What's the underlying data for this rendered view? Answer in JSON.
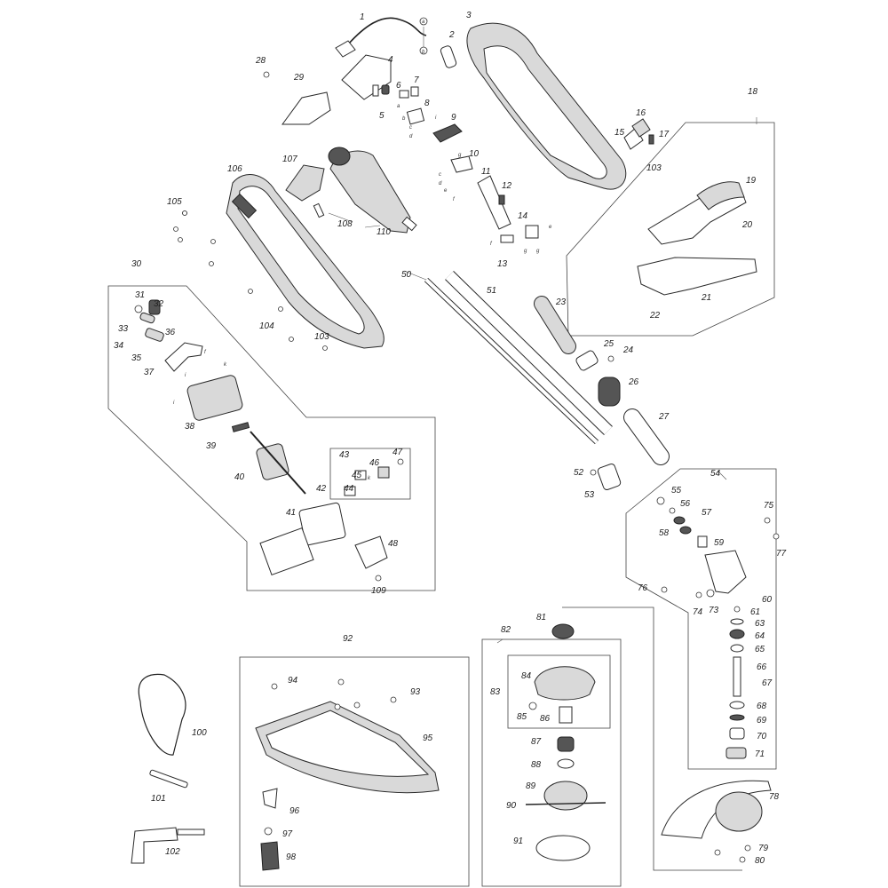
{
  "labels": [
    {
      "id": "p1",
      "text": "1"
    },
    {
      "id": "p2",
      "text": "2"
    },
    {
      "id": "p3",
      "text": "3"
    },
    {
      "id": "p4",
      "text": "4"
    },
    {
      "id": "p5",
      "text": "5"
    },
    {
      "id": "p6",
      "text": "6"
    },
    {
      "id": "p7",
      "text": "7"
    },
    {
      "id": "p8",
      "text": "8"
    },
    {
      "id": "p9",
      "text": "9"
    },
    {
      "id": "p10",
      "text": "10"
    },
    {
      "id": "p11",
      "text": "11"
    },
    {
      "id": "p12",
      "text": "12"
    },
    {
      "id": "p13",
      "text": "13"
    },
    {
      "id": "p14",
      "text": "14"
    },
    {
      "id": "p15",
      "text": "15"
    },
    {
      "id": "p16",
      "text": "16"
    },
    {
      "id": "p17",
      "text": "17"
    },
    {
      "id": "p18",
      "text": "18"
    },
    {
      "id": "p19",
      "text": "19"
    },
    {
      "id": "p20",
      "text": "20"
    },
    {
      "id": "p21",
      "text": "21"
    },
    {
      "id": "p22",
      "text": "22"
    },
    {
      "id": "p23",
      "text": "23"
    },
    {
      "id": "p24",
      "text": "24"
    },
    {
      "id": "p25",
      "text": "25"
    },
    {
      "id": "p26",
      "text": "26"
    },
    {
      "id": "p27",
      "text": "27"
    },
    {
      "id": "p28",
      "text": "28"
    },
    {
      "id": "p29",
      "text": "29"
    },
    {
      "id": "p30",
      "text": "30"
    },
    {
      "id": "p31",
      "text": "31"
    },
    {
      "id": "p32",
      "text": "32"
    },
    {
      "id": "p33",
      "text": "33"
    },
    {
      "id": "p34",
      "text": "34"
    },
    {
      "id": "p35",
      "text": "35"
    },
    {
      "id": "p36",
      "text": "36"
    },
    {
      "id": "p37",
      "text": "37"
    },
    {
      "id": "p38",
      "text": "38"
    },
    {
      "id": "p39",
      "text": "39"
    },
    {
      "id": "p40",
      "text": "40"
    },
    {
      "id": "p41",
      "text": "41"
    },
    {
      "id": "p42",
      "text": "42"
    },
    {
      "id": "p43",
      "text": "43"
    },
    {
      "id": "p44",
      "text": "44"
    },
    {
      "id": "p45",
      "text": "45"
    },
    {
      "id": "p46",
      "text": "46"
    },
    {
      "id": "p47",
      "text": "47"
    },
    {
      "id": "p48",
      "text": "48"
    },
    {
      "id": "p50",
      "text": "50"
    },
    {
      "id": "p51",
      "text": "51"
    },
    {
      "id": "p52",
      "text": "52"
    },
    {
      "id": "p53",
      "text": "53"
    },
    {
      "id": "p54",
      "text": "54"
    },
    {
      "id": "p55",
      "text": "55"
    },
    {
      "id": "p56",
      "text": "56"
    },
    {
      "id": "p57",
      "text": "57"
    },
    {
      "id": "p58",
      "text": "58"
    },
    {
      "id": "p59",
      "text": "59"
    },
    {
      "id": "p60",
      "text": "60"
    },
    {
      "id": "p61",
      "text": "61"
    },
    {
      "id": "p63",
      "text": "63"
    },
    {
      "id": "p64",
      "text": "64"
    },
    {
      "id": "p65",
      "text": "65"
    },
    {
      "id": "p66",
      "text": "66"
    },
    {
      "id": "p67",
      "text": "67"
    },
    {
      "id": "p68",
      "text": "68"
    },
    {
      "id": "p69",
      "text": "69"
    },
    {
      "id": "p70",
      "text": "70"
    },
    {
      "id": "p71",
      "text": "71"
    },
    {
      "id": "p73",
      "text": "73"
    },
    {
      "id": "p74",
      "text": "74"
    },
    {
      "id": "p75",
      "text": "75"
    },
    {
      "id": "p76",
      "text": "76"
    },
    {
      "id": "p77",
      "text": "77"
    },
    {
      "id": "p78",
      "text": "78"
    },
    {
      "id": "p79",
      "text": "79"
    },
    {
      "id": "p80",
      "text": "80"
    },
    {
      "id": "p81",
      "text": "81"
    },
    {
      "id": "p82",
      "text": "82"
    },
    {
      "id": "p83",
      "text": "83"
    },
    {
      "id": "p84",
      "text": "84"
    },
    {
      "id": "p85",
      "text": "85"
    },
    {
      "id": "p86",
      "text": "86"
    },
    {
      "id": "p87",
      "text": "87"
    },
    {
      "id": "p88",
      "text": "88"
    },
    {
      "id": "p89",
      "text": "89"
    },
    {
      "id": "p90",
      "text": "90"
    },
    {
      "id": "p91",
      "text": "91"
    },
    {
      "id": "p92",
      "text": "92"
    },
    {
      "id": "p93",
      "text": "93"
    },
    {
      "id": "p94",
      "text": "94"
    },
    {
      "id": "p95",
      "text": "95"
    },
    {
      "id": "p96",
      "text": "96"
    },
    {
      "id": "p97",
      "text": "97"
    },
    {
      "id": "p98",
      "text": "98"
    },
    {
      "id": "p100",
      "text": "100"
    },
    {
      "id": "p101",
      "text": "101"
    },
    {
      "id": "p102",
      "text": "102"
    },
    {
      "id": "p103a",
      "text": "103"
    },
    {
      "id": "p103b",
      "text": "103"
    },
    {
      "id": "p104",
      "text": "104"
    },
    {
      "id": "p105",
      "text": "105"
    },
    {
      "id": "p106",
      "text": "106"
    },
    {
      "id": "p107",
      "text": "107"
    },
    {
      "id": "p108",
      "text": "108"
    },
    {
      "id": "p109",
      "text": "109"
    },
    {
      "id": "p110",
      "text": "110"
    }
  ],
  "wire_letters": {
    "a": "a",
    "b": "b",
    "c": "c",
    "d": "d",
    "e": "e",
    "f": "f",
    "g": "g",
    "i": "i",
    "k": "k"
  }
}
